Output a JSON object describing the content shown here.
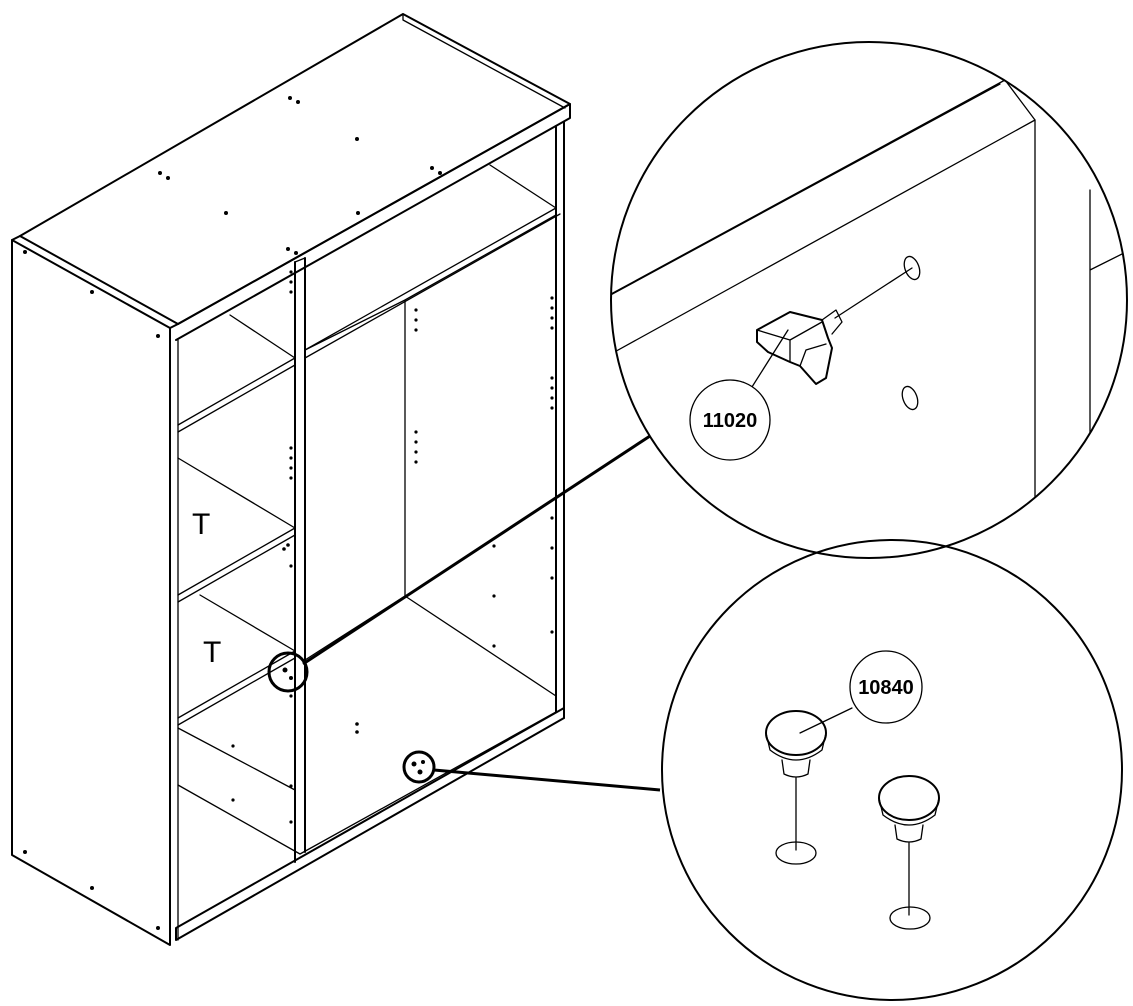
{
  "labels": {
    "upper_shelf": "T",
    "lower_shelf": "T"
  },
  "callouts": {
    "shelf_support_part": "11020",
    "cover_cap_part": "10840"
  }
}
